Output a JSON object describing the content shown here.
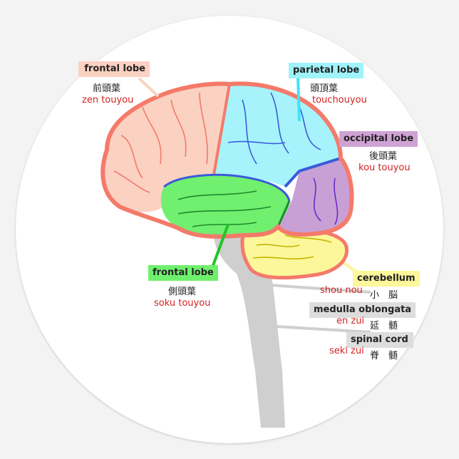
{
  "labels": {
    "frontal_top": {
      "en": "frontal lobe",
      "jp": "前頭葉",
      "romaji": "zen touyou",
      "color": "#fbd1c2"
    },
    "parietal": {
      "en": "parietal lobe",
      "jp": "頭頂葉",
      "romaji": "touchouyou",
      "color": "#9ff3fb"
    },
    "occipital": {
      "en": "occipital lobe",
      "jp": "後頭葉",
      "romaji": "kou touyou",
      "color": "#cfa2d4"
    },
    "temporal": {
      "en": "frontal lobe",
      "jp": "側頭葉",
      "romaji": "soku touyou",
      "color": "#6ff06d"
    },
    "cerebellum": {
      "en": "cerebellum",
      "jp": "小　脳",
      "romaji": "shou nou",
      "color": "#fbf79a"
    },
    "medulla": {
      "en": "medulla oblongata",
      "jp": "延　髄",
      "romaji": "en zui",
      "color": "#dddddd"
    },
    "spinal": {
      "en": "spinal cord",
      "jp": "脊　髄",
      "romaji": "seki zui",
      "color": "#dddddd"
    }
  },
  "colors": {
    "outline": "#f47a6a",
    "frontal": "#fbd1c2",
    "parietal": "#a6f3fb",
    "occipital": "#c9a0d6",
    "temporal": "#71ef6f",
    "cerebellum": "#fbf79a",
    "stem": "#cfcfcf",
    "romaji": "#d42121"
  }
}
